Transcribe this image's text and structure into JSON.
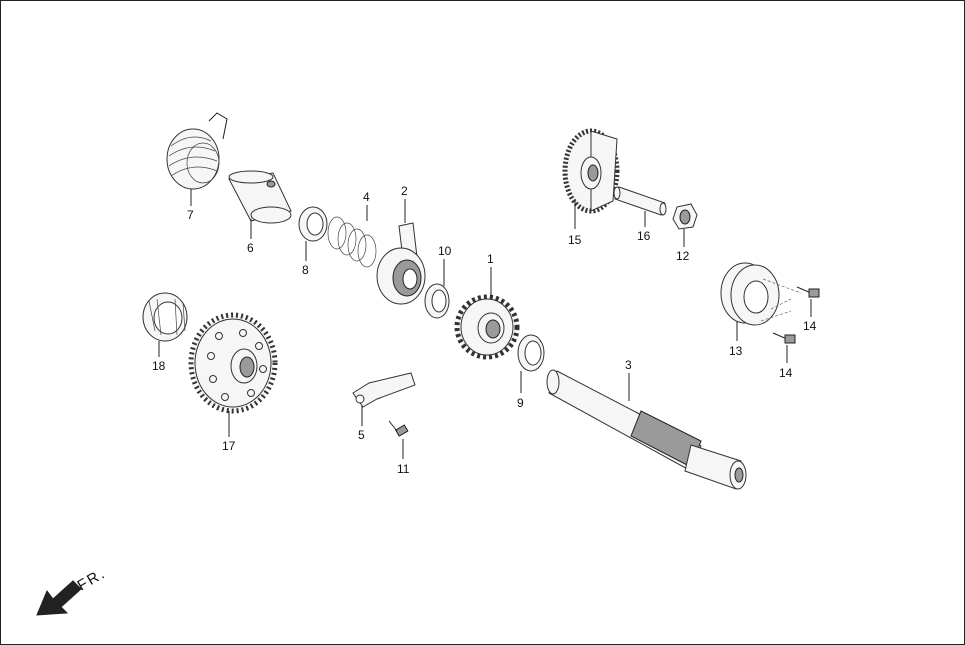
{
  "diagram": {
    "direction_label": "FR.",
    "parts": [
      {
        "id": "p1",
        "label": "1"
      },
      {
        "id": "p2",
        "label": "2"
      },
      {
        "id": "p3",
        "label": "3"
      },
      {
        "id": "p4",
        "label": "4"
      },
      {
        "id": "p5",
        "label": "5"
      },
      {
        "id": "p6",
        "label": "6"
      },
      {
        "id": "p7",
        "label": "7"
      },
      {
        "id": "p8",
        "label": "8"
      },
      {
        "id": "p9",
        "label": "9"
      },
      {
        "id": "p10",
        "label": "10"
      },
      {
        "id": "p11",
        "label": "11"
      },
      {
        "id": "p12",
        "label": "12"
      },
      {
        "id": "p13",
        "label": "13"
      },
      {
        "id": "p14a",
        "label": "14"
      },
      {
        "id": "p14b",
        "label": "14"
      },
      {
        "id": "p15",
        "label": "15"
      },
      {
        "id": "p16",
        "label": "16"
      },
      {
        "id": "p17",
        "label": "17"
      },
      {
        "id": "p18",
        "label": "18"
      }
    ]
  }
}
